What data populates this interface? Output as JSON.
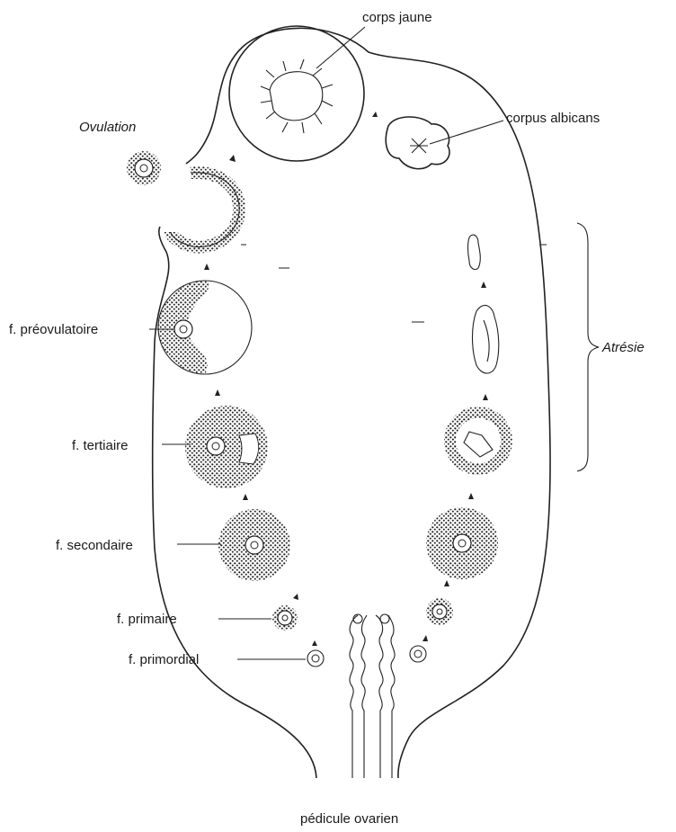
{
  "labels": {
    "corps_jaune": "corps jaune",
    "corpus_albicans": "corpus albicans",
    "ovulation": "Ovulation",
    "preovulatoire": "f. préovulatoire",
    "tertiaire": "f. tertiaire",
    "secondaire": "f. secondaire",
    "primaire": "f. primaire",
    "primordial": "f. primordial",
    "atresie": "Atrésie",
    "pedicule": "pédicule ovarien"
  },
  "colors": {
    "ink": "#222222",
    "background": "#ffffff"
  }
}
